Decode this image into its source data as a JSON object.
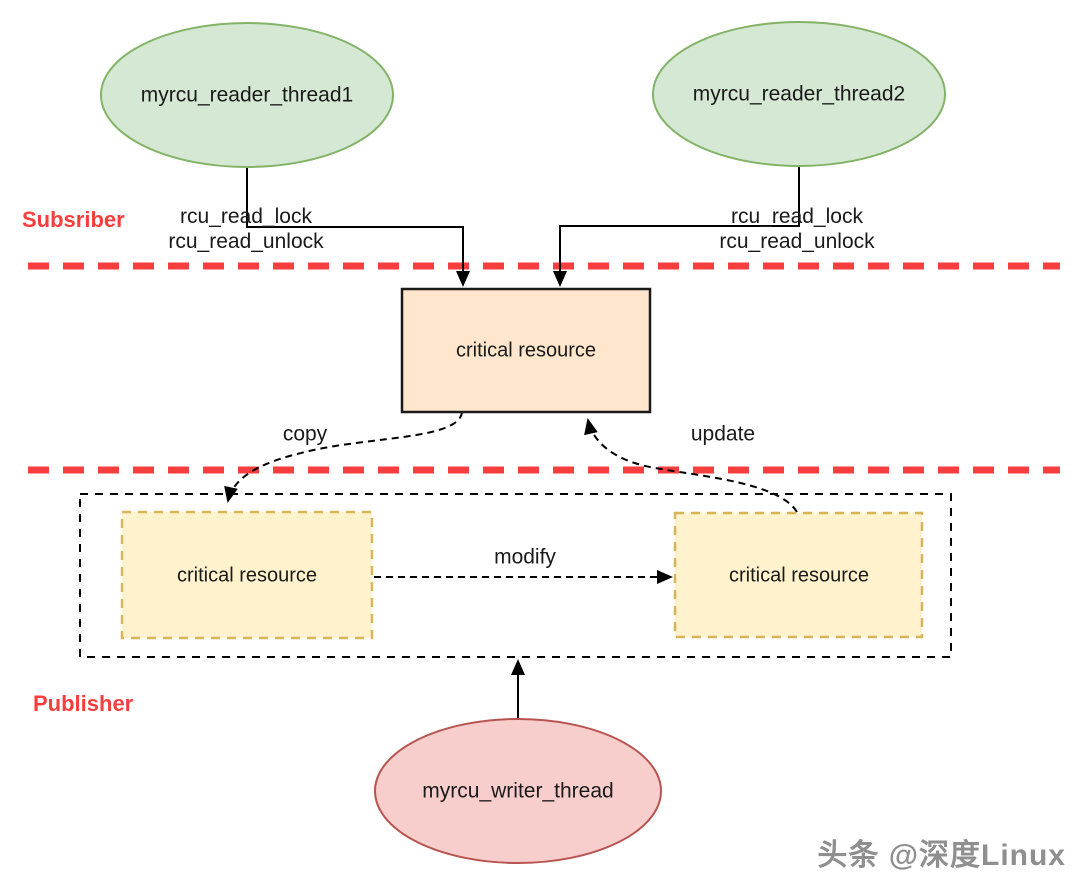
{
  "subscriber_section": {
    "label": "Subsriber",
    "reader1": {
      "name": "myrcu_reader_thread1",
      "lock": "rcu_read_lock",
      "unlock": "rcu_read_unlock"
    },
    "reader2": {
      "name": "myrcu_reader_thread2",
      "lock": "rcu_read_lock",
      "unlock": "rcu_read_unlock"
    }
  },
  "middle_section": {
    "critical_resource": "critical resource"
  },
  "publisher_section": {
    "label": "Publisher",
    "old_copy": "critical resource",
    "new_copy": "critical resource",
    "writer": "myrcu_writer_thread",
    "edges": {
      "copy": "copy",
      "update": "update",
      "modify": "modify"
    }
  },
  "watermark": "头条 @深度Linux",
  "colors": {
    "reader_fill": "#d5e8d4",
    "reader_stroke": "#82b366",
    "writer_fill": "#f8cecc",
    "writer_stroke": "#b85450",
    "critical_main_fill": "#ffe6cc",
    "critical_main_stroke": "#1a1a1a",
    "critical_copy_fill": "#fff2cc",
    "critical_copy_stroke": "#d6b656",
    "boundary_red": "#f73e3e",
    "connector_black": "#000000"
  }
}
